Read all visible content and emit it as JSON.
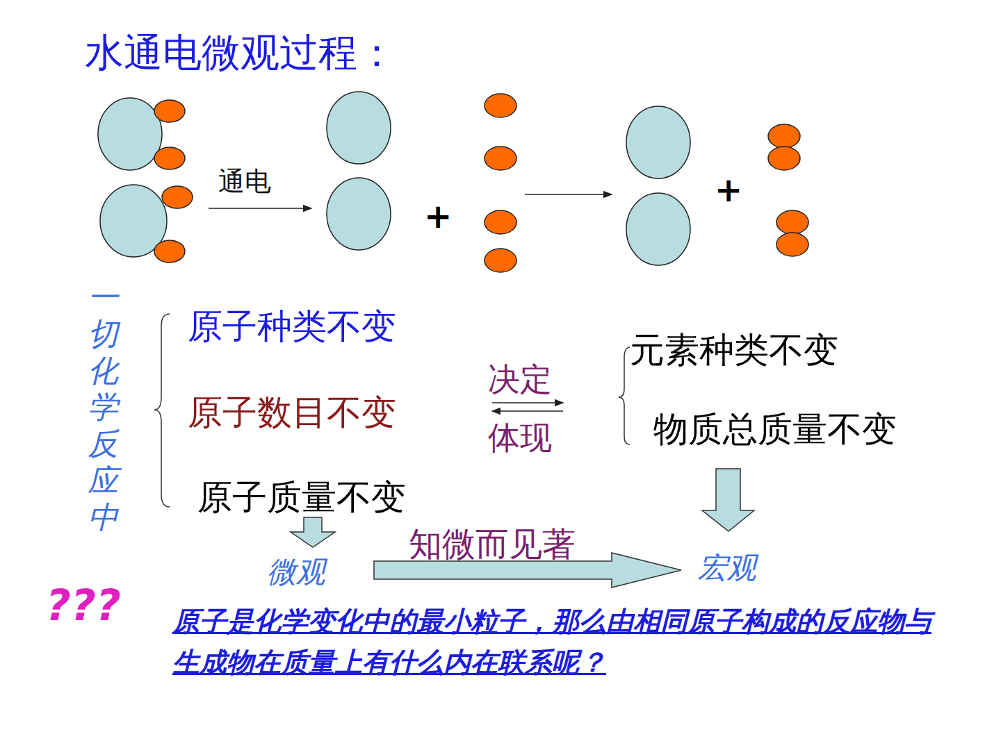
{
  "diagram": {
    "title": "水通电微观过程：",
    "labels": [
      "通电",
      "+",
      "+",
      "一切化学反应中",
      "原子种类不变",
      "原子数目不变",
      "原子质量不变",
      "决定",
      "体现",
      "元素种类不变",
      "物质总质量不变",
      "微观",
      "知微而见著",
      "宏观",
      "???",
      "原子是化学变化中的最小粒子，那么由相同原子构成的反应物与生成物在质量上有什么内在联系呢？"
    ]
  }
}
